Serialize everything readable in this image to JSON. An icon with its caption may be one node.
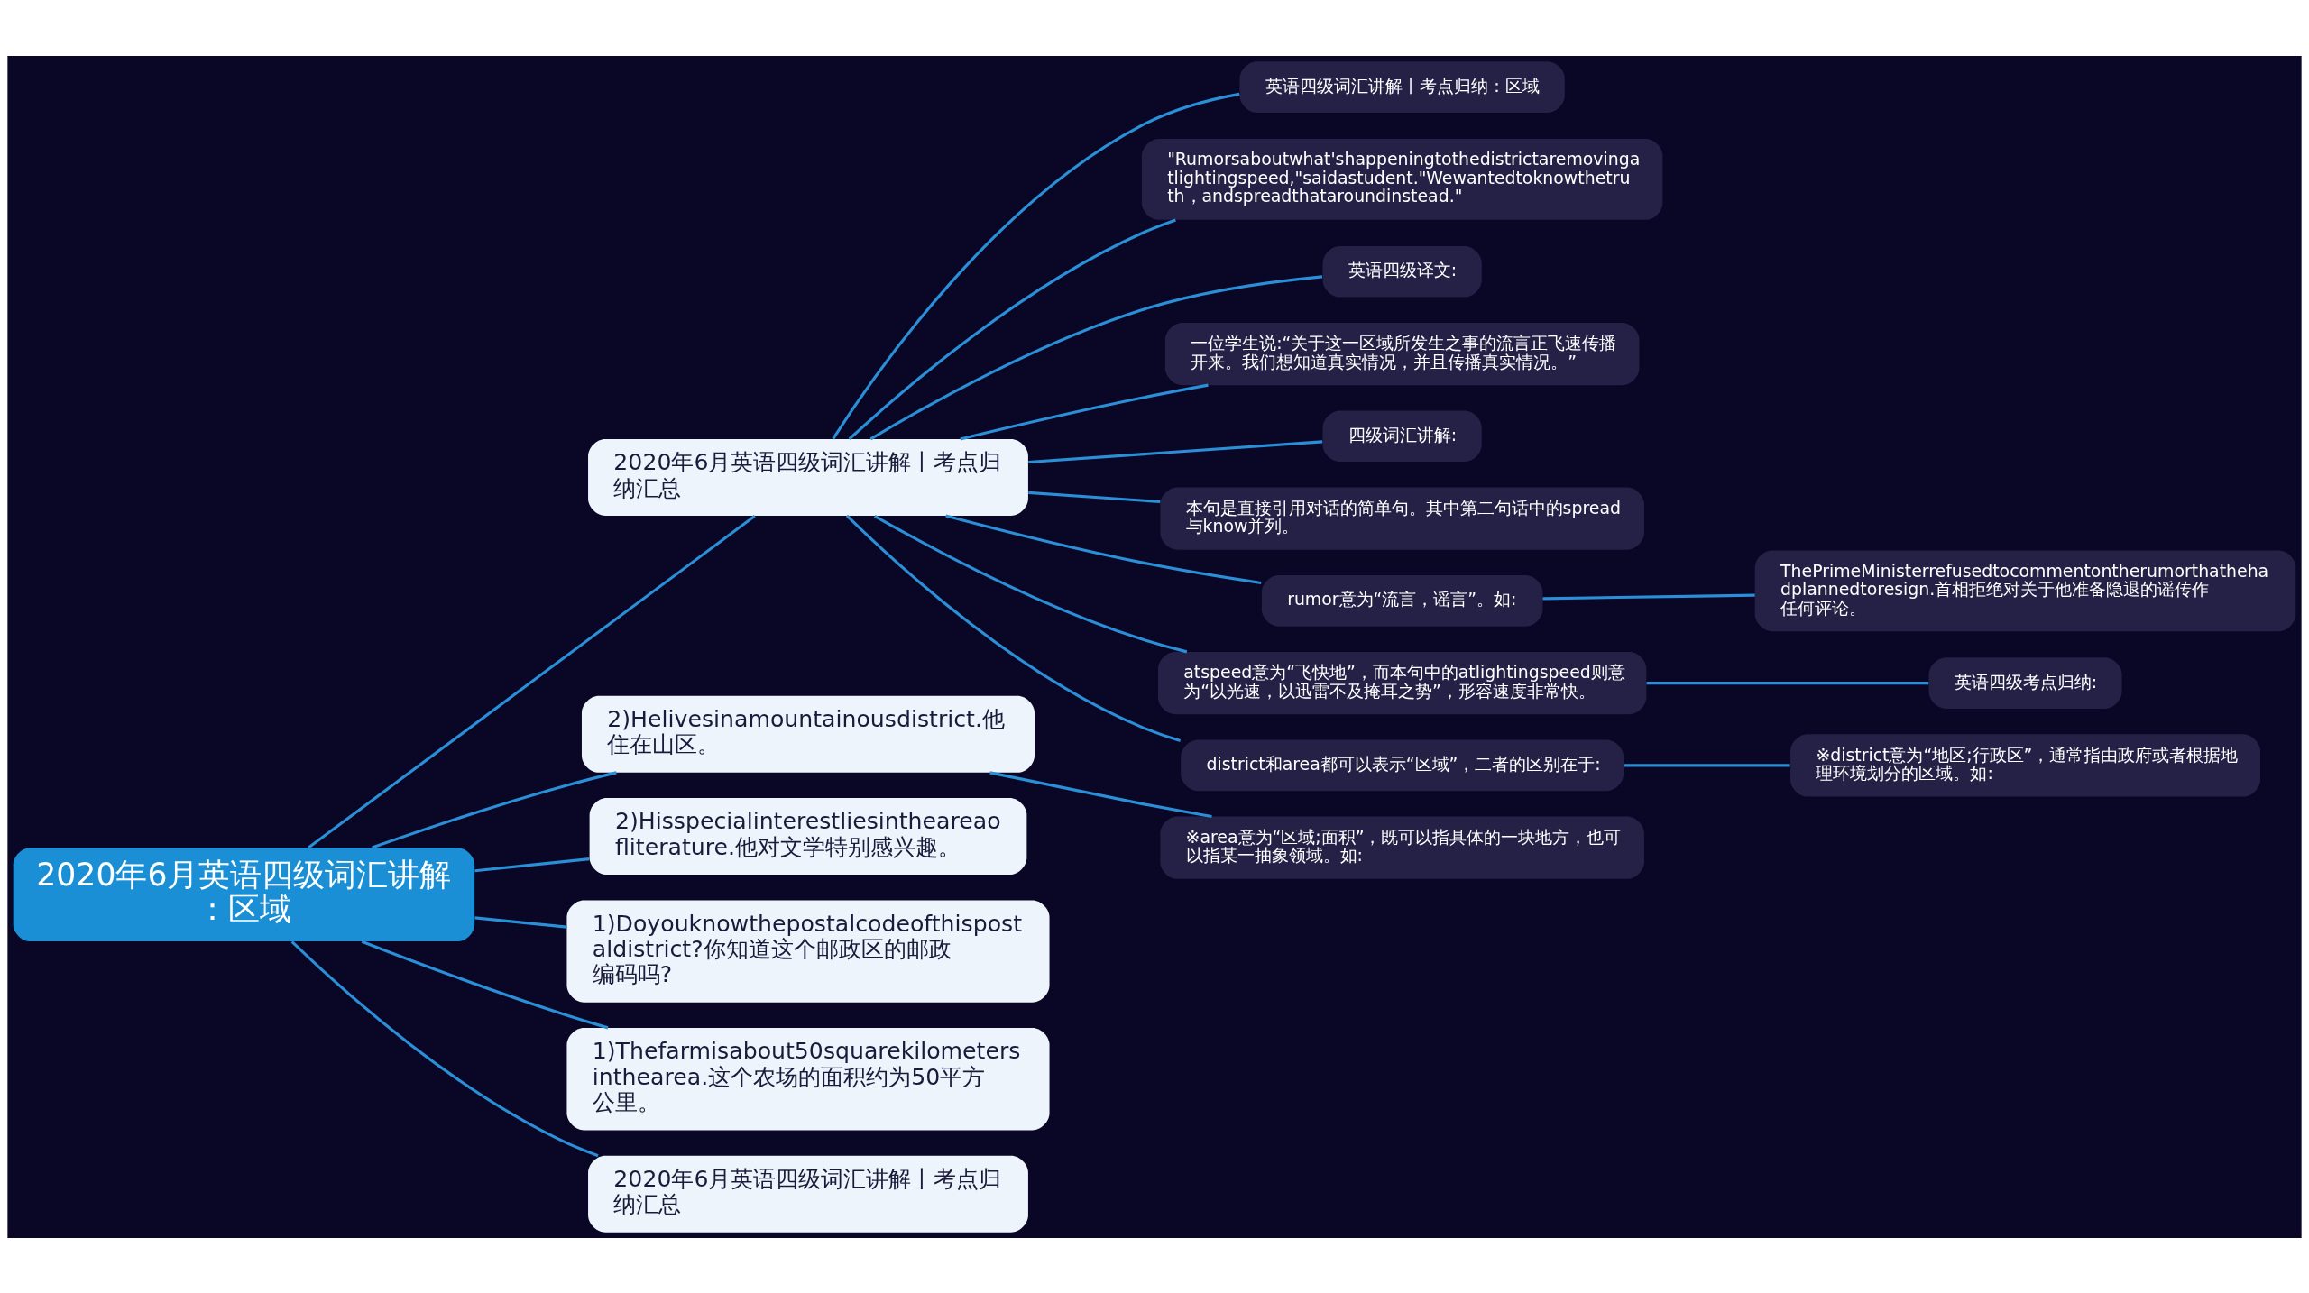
{
  "diagram": {
    "nodes": [
      {
        "text": [
          "2020年6月英语四级词汇讲解：区域"
        ]
      },
      {
        "text": [
          "2020年6月英语四级词汇讲解丨考点归纳汇总"
        ]
      },
      {
        "text": [
          "英语四级词汇讲解丨考点归纳：区域"
        ]
      },
      {
        "text": [
          "\"Rumorsaboutwhat'shappeningtothedistrictaremovingatlightingspeed,\"saidastudent.\"Wewantedtoknowthetruth，andspreadthataroundinstead.\""
        ]
      },
      {
        "text": [
          "英语四级译文:"
        ]
      },
      {
        "text": [
          "一位学生说:“关于这一区域所发生之事的流言正飞速传播开来。我们想知道真实情况，并且传播真实情况。”"
        ]
      },
      {
        "text": [
          "四级词汇讲解:"
        ]
      },
      {
        "text": [
          "本句是直接引用对话的简单句。其中第二句话中的spread与know并列。"
        ]
      },
      {
        "text": [
          "rumor意为“流言，谣言”。如:"
        ]
      },
      {
        "text": [
          "atspeed意为“飞快地”，而本句中的atlightingspeed则意为“以光速，以迅雷不及掩耳之势”，形容速度非常快。"
        ]
      },
      {
        "text": [
          "district和area都可以表示“区域”，二者的区别在于:"
        ]
      },
      {
        "text": [
          "ThePrimeMinisterrefusedtocommentontherumorthathehadplannedtoresign.首相拒绝对关于他准备隐退的谣传作任何评论。"
        ]
      },
      {
        "text": [
          "英语四级考点归纳:"
        ]
      },
      {
        "text": [
          "※district意为“地区;行政区”，通常指由政府或者根据地理环境划分的区域。如:"
        ]
      },
      {
        "text": [
          "2)Helivesinamountainousdistrict.他住在山区。"
        ]
      },
      {
        "text": [
          "※area意为“区域;面积”，既可以指具体的一块地方，也可以指某一抽象领域。如:"
        ]
      },
      {
        "text": [
          "2)Hisspecialinterestliesintheareaofliterature.他对文学特别感兴趣。"
        ]
      },
      {
        "text": [
          "1)Doyouknowthepostalcodeofthispostaldistrict?你知道这个邮政区的邮政编码吗?"
        ]
      },
      {
        "text": [
          "1)Thefarmisabout50squarekilometersinthearea.这个农场的面积约为50平方公里。"
        ]
      },
      {
        "text": [
          "2020年6月英语四级词汇讲解丨考点归纳汇总"
        ]
      }
    ],
    "edges": [
      {
        "from": 0,
        "to": 1,
        "arrow": "none"
      },
      {
        "from": 1,
        "to": 2,
        "arrow": "none"
      },
      {
        "from": 1,
        "to": 3,
        "arrow": "none"
      },
      {
        "from": 1,
        "to": 4,
        "arrow": "none"
      },
      {
        "from": 1,
        "to": 5,
        "arrow": "none"
      },
      {
        "from": 1,
        "to": 6,
        "arrow": "none"
      },
      {
        "from": 1,
        "to": 7,
        "arrow": "none"
      },
      {
        "from": 1,
        "to": 8,
        "arrow": "none"
      },
      {
        "from": 1,
        "to": 9,
        "arrow": "none"
      },
      {
        "from": 1,
        "to": 10,
        "arrow": "none"
      },
      {
        "from": 8,
        "to": 11,
        "arrow": "none"
      },
      {
        "from": 9,
        "to": 12,
        "arrow": "none"
      },
      {
        "from": 10,
        "to": 13,
        "arrow": "none"
      },
      {
        "from": 0,
        "to": 14,
        "arrow": "none"
      },
      {
        "from": 14,
        "to": 15,
        "arrow": "none"
      },
      {
        "from": 0,
        "to": 16,
        "arrow": "none"
      },
      {
        "from": 0,
        "to": 17,
        "arrow": "none"
      },
      {
        "from": 0,
        "to": 18,
        "arrow": "none"
      },
      {
        "from": 0,
        "to": 19,
        "arrow": "none"
      }
    ]
  }
}
